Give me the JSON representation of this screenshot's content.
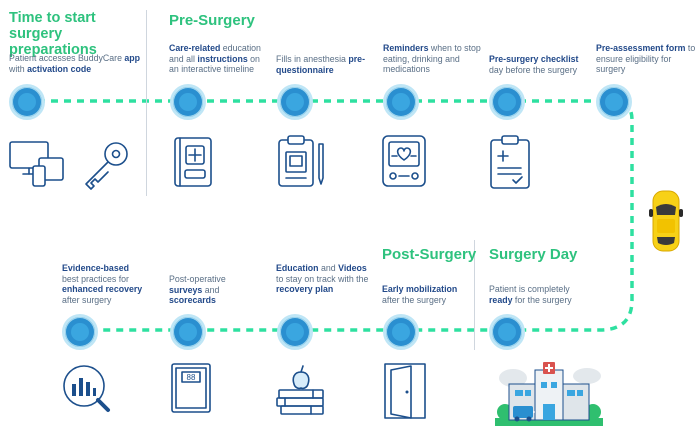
{
  "start": {
    "heading": "Time to start surgery preparations",
    "desc_prefix": "Patient accesses BuddyCare ",
    "desc_b1": "app",
    "desc_mid": " with ",
    "desc_b2": "activation code"
  },
  "pre_surgery": {
    "heading": "Pre-Surgery",
    "steps": [
      {
        "b1": "Care-related",
        "t1": " education and all ",
        "b2": "instructions",
        "t2": " on an interactive timeline"
      },
      {
        "t1": "Fills in anesthesia ",
        "b1": "pre-questionnaire"
      },
      {
        "b1": "Reminders",
        "t1": " when to stop eating, drinking and medications"
      },
      {
        "b1": "Pre-surgery checklist",
        "t1": " day before the surgery"
      },
      {
        "b1": "Pre-assessment form",
        "t1": " to ensure eligibility for surgery"
      }
    ]
  },
  "surgery_day": {
    "heading": "Surgery Day",
    "t1": "Patient is completely ",
    "b1": "ready",
    "t2": " for the surgery"
  },
  "post_surgery": {
    "heading": "Post-Surgery",
    "steps": [
      {
        "b1": "Early mobilization",
        "t1": " after the surgery"
      },
      {
        "b1": "Education",
        "t1": " and ",
        "b2": "Videos",
        "t2": " to stay on track with the ",
        "b3": "recovery plan"
      },
      {
        "t1": "Post-operative ",
        "b1": "surveys",
        "t2": " and ",
        "b2": "scorecards"
      },
      {
        "b1": "Evidence-based",
        "t1": " best practices for ",
        "b2": "enhanced recovery",
        "t2": " after surgery"
      }
    ]
  },
  "icons": {
    "start": [
      "devices-icon",
      "key-icon"
    ],
    "pre": [
      "medical-book-icon",
      "clipboard-icon",
      "monitor-device-icon",
      "checklist-clipboard-icon"
    ],
    "day": [
      "hospital-icon",
      "taxi-icon"
    ],
    "post": [
      "door-icon",
      "books-apple-icon",
      "scale-icon",
      "chart-magnifier-icon"
    ]
  },
  "colors": {
    "heading_green": "#2ec27e",
    "path_green": "#2ee0a0",
    "node_blue": "#2a8fd0",
    "icon_navy": "#1c4f8c",
    "text_bold": "#234a8a",
    "text_muted": "#5a6f86",
    "taxi_yellow": "#f7d117"
  }
}
